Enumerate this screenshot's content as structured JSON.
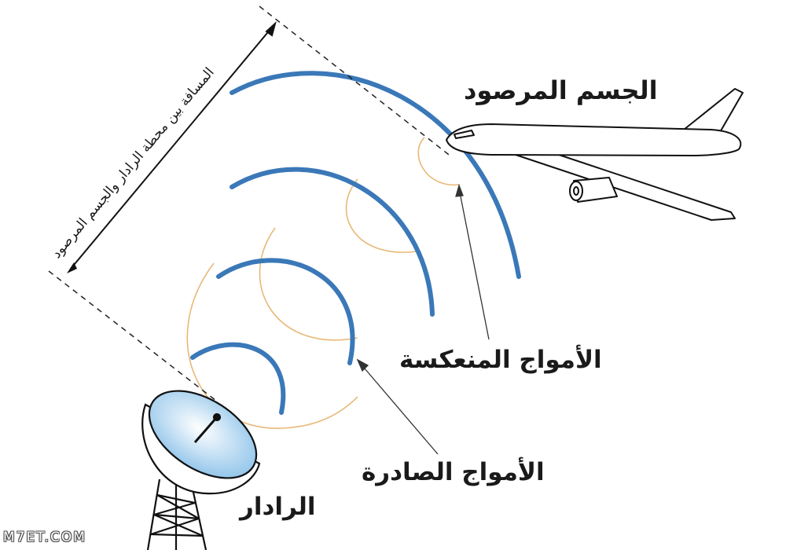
{
  "labels": {
    "target_object": "الجسم المرصود",
    "reflected_waves": "الأمواج المنعكسة",
    "emitted_waves": "الأمواج الصادرة",
    "radar": "الرادار",
    "distance": "المسافة بين محطة الرادار والجسم المرصود"
  },
  "watermark": "M7ET.COM",
  "colors": {
    "emitted_wave": "#3a78b8",
    "reflected_wave": "#e8b978",
    "dish_fill": "#8ec3ea",
    "outline": "#111111"
  }
}
